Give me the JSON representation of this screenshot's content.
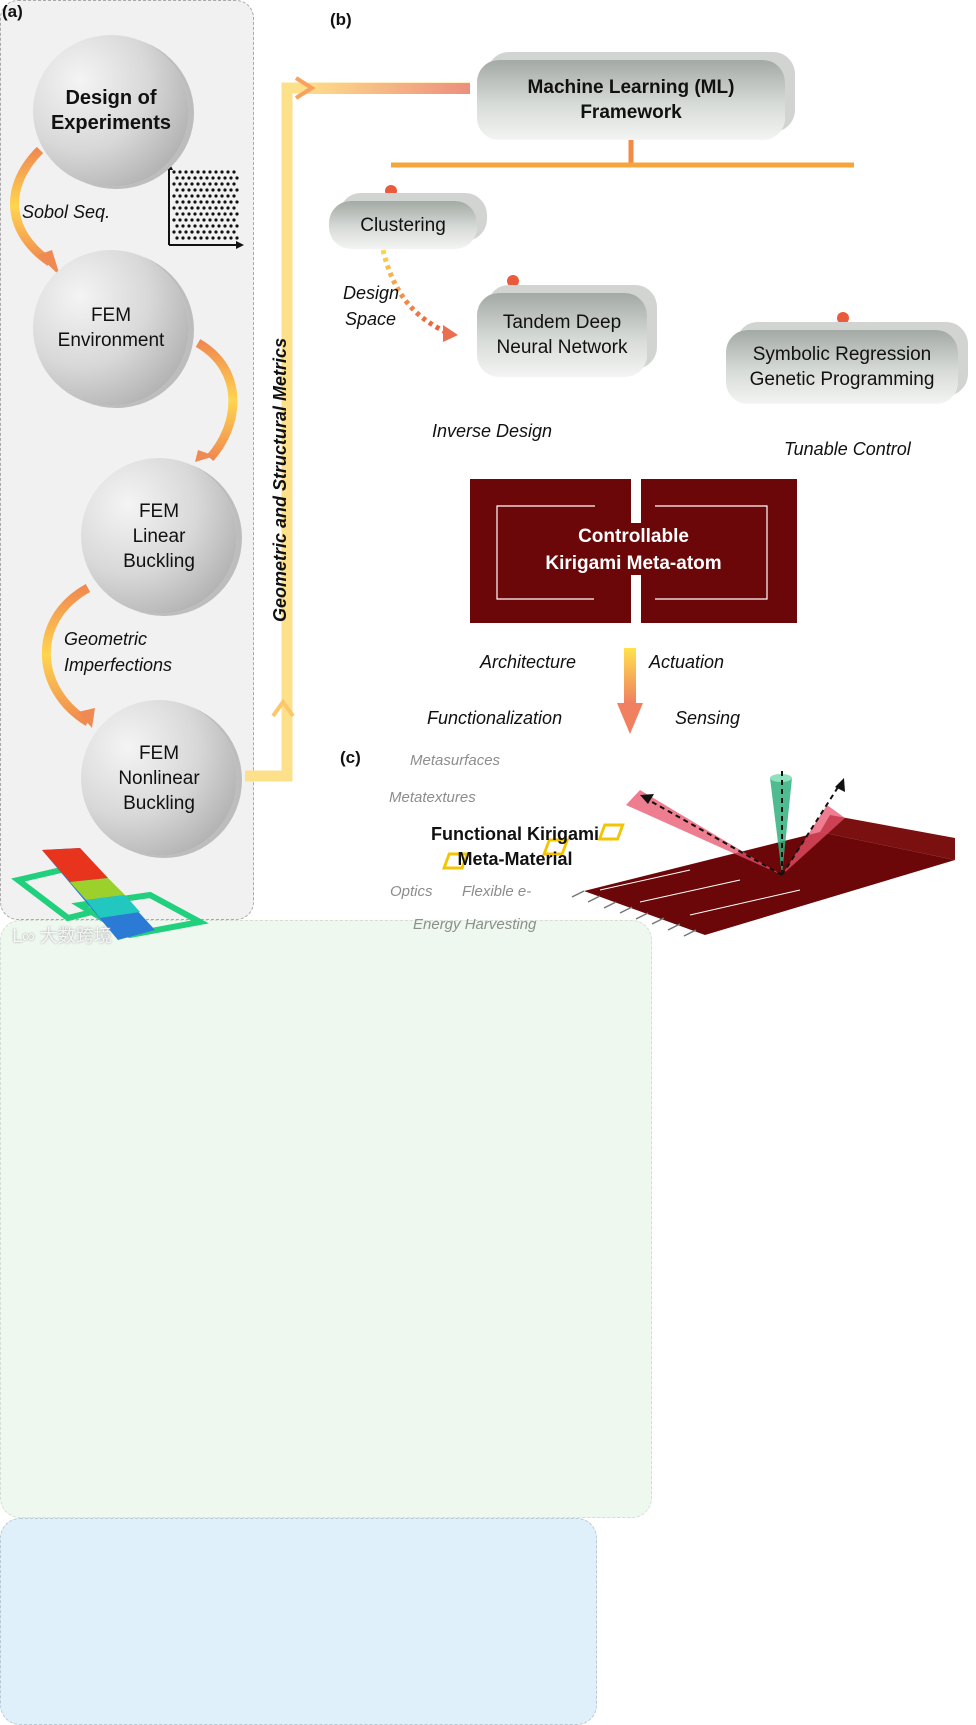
{
  "panels": {
    "a": {
      "label": "(a)",
      "nodes": [
        {
          "line1": "Design of",
          "line2": "Experiments"
        },
        {
          "line1": "FEM",
          "line2": "Environment"
        },
        {
          "line1": "FEM",
          "line2": "Linear",
          "line3": "Buckling"
        },
        {
          "line1": "FEM",
          "line2": "Nonlinear",
          "line3": "Buckling"
        }
      ],
      "edge_labels": {
        "sobol": "Sobol Seq.",
        "imperfections_1": "Geometric",
        "imperfections_2": "Imperfections"
      },
      "feedback_label": "Geometric and Structural Metrics"
    },
    "b": {
      "label": "(b)",
      "framework": {
        "line1": "Machine Learning (ML)",
        "line2": "Framework"
      },
      "clustering": "Clustering",
      "tandem": {
        "line1": "Tandem Deep",
        "line2": "Neural Network"
      },
      "symbolic": {
        "line1": "Symbolic Regression",
        "line2": "Genetic Programming"
      },
      "edge_labels": {
        "design_space_1": "Design",
        "design_space_2": "Space",
        "inverse_design": "Inverse Design",
        "tunable_control": "Tunable Control"
      },
      "meta_atom": {
        "line1": "Controllable",
        "line2": "Kirigami Meta-atom"
      },
      "colors": {
        "meta_atom": "#6b0709",
        "connector_start": "#ffd34d",
        "connector_end": "#ea5a3c"
      }
    },
    "transition": {
      "architecture": "Architecture",
      "actuation": "Actuation",
      "functionalization": "Functionalization",
      "sensing": "Sensing"
    },
    "c": {
      "label": "(c)",
      "title_1": "Functional Kirigami",
      "title_2": "Meta-Material",
      "applications": {
        "metasurfaces": "Metasurfaces",
        "metatextures": "Metatextures",
        "optics": "Optics",
        "flexible": "Flexible e-",
        "energy": "Energy Harvesting"
      }
    }
  },
  "watermark": "大数跨境"
}
